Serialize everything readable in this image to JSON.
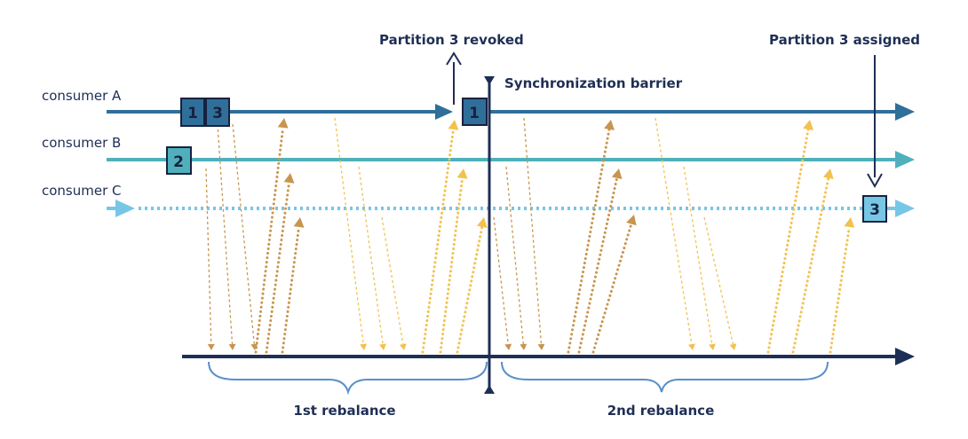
{
  "consumers": {
    "a": {
      "label": "consumer A",
      "partitions": [
        "1",
        "3"
      ],
      "partition_after": "1"
    },
    "b": {
      "label": "consumer B",
      "partition": "2"
    },
    "c": {
      "label": "consumer C",
      "partition_after": "3"
    }
  },
  "annotations": {
    "revoked": "Partition 3 revoked",
    "assigned": "Partition 3 assigned",
    "barrier": "Synchronization barrier"
  },
  "phases": {
    "first": "1st rebalance",
    "second": "2nd rebalance"
  },
  "colors": {
    "consumer_a": "#2f6f99",
    "consumer_b": "#4fb0bb",
    "consumer_c": "#77c6e6",
    "timeline": "#1e2f55",
    "message_brown": "#c8954e",
    "message_yellow": "#f2c14e",
    "brace": "#5a8fc8",
    "box_a": "#2f6f99",
    "box_b": "#4fb0bb",
    "box_c": "#77c6e6"
  }
}
